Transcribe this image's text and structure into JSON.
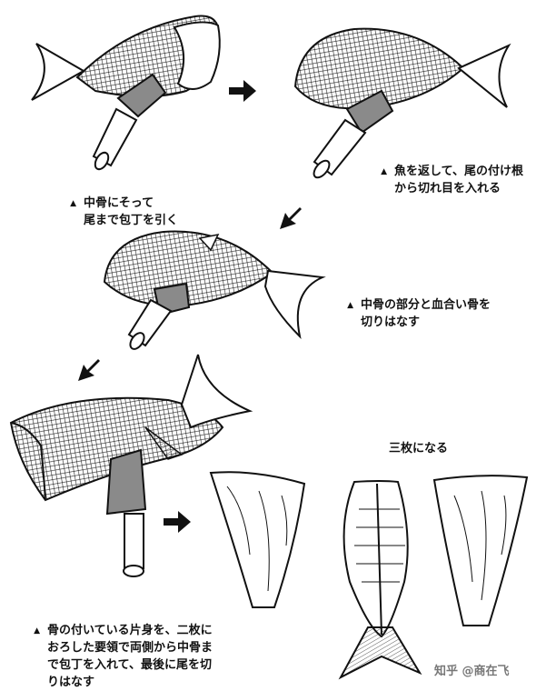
{
  "steps": [
    {
      "marker": "▲",
      "text": "中骨にそって\n尾まで包丁を引く"
    },
    {
      "marker": "▲",
      "text": "魚を返して、尾の付け根\nから切れ目を入れる"
    },
    {
      "marker": "▲",
      "text": "中骨の部分と血合い骨を\n切りはなす"
    },
    {
      "marker": "▲",
      "text": "骨の付いている片身を、二枚に\nおろした要領で両側から中骨ま\nで包丁を入れて、最後に尾を切\nりはなす"
    }
  ],
  "result_label": "三枚になる",
  "watermark": "知乎 @商在飞",
  "arrows": [
    "right-arrow",
    "down-left-arrow",
    "down-left-arrow",
    "right-arrow"
  ],
  "colors": {
    "ink": "#111111",
    "paper": "#ffffff",
    "blade": "#8a8a8a"
  }
}
